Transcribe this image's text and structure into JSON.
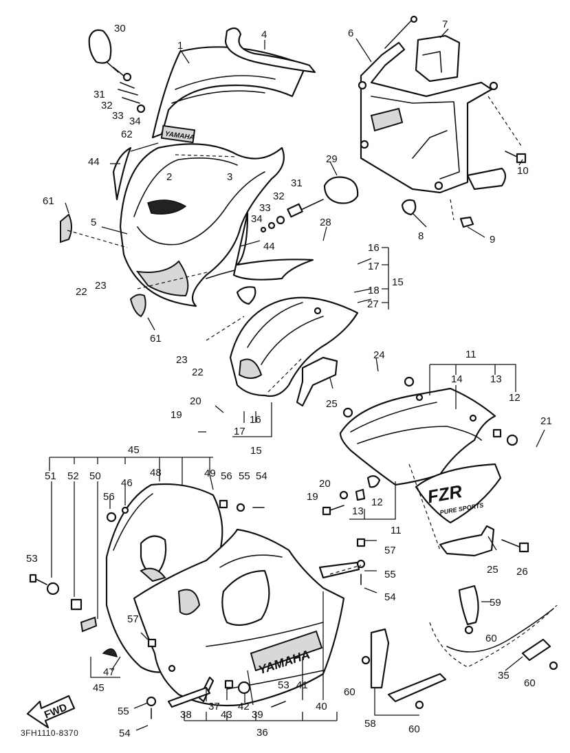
{
  "diagram_code": "3FH1110-8370",
  "fwd_label": "FWD",
  "brand_text": "YAMAHA",
  "model_text": "FZR",
  "tagline_text": "PURE SPORTS",
  "callouts": {
    "c1": "1",
    "c2": "2",
    "c3": "3",
    "c4": "4",
    "c5": "5",
    "c6": "6",
    "c7": "7",
    "c8": "8",
    "c9": "9",
    "c10": "10",
    "c11a": "11",
    "c11b": "11",
    "c12a": "12",
    "c12b": "12",
    "c13a": "13",
    "c13b": "13",
    "c14": "14",
    "c15a": "15",
    "c15b": "15",
    "c16a": "16",
    "c16b": "16",
    "c17a": "17",
    "c17b": "17",
    "c18": "18",
    "c19a": "19",
    "c19b": "19",
    "c20a": "20",
    "c20b": "20",
    "c21": "21",
    "c22a": "22",
    "c22b": "22",
    "c23a": "23",
    "c23b": "23",
    "c24": "24",
    "c25a": "25",
    "c25b": "25",
    "c26": "26",
    "c27": "27",
    "c28": "28",
    "c29": "29",
    "c30": "30",
    "c31a": "31",
    "c31b": "31",
    "c32a": "32",
    "c32b": "32",
    "c33a": "33",
    "c33b": "33",
    "c34a": "34",
    "c34b": "34",
    "c35": "35",
    "c36": "36",
    "c37": "37",
    "c38": "38",
    "c39": "39",
    "c40": "40",
    "c41": "41",
    "c42": "42",
    "c43": "43",
    "c44a": "44",
    "c44b": "44",
    "c45a": "45",
    "c45b": "45",
    "c46": "46",
    "c47": "47",
    "c48": "48",
    "c49": "49",
    "c50": "50",
    "c51": "51",
    "c52": "52",
    "c53a": "53",
    "c53b": "53",
    "c54a": "54",
    "c54b": "54",
    "c54c": "54",
    "c55a": "55",
    "c55b": "55",
    "c55c": "55",
    "c56a": "56",
    "c56b": "56",
    "c57a": "57",
    "c57b": "57",
    "c58": "58",
    "c59": "59",
    "c60a": "60",
    "c60b": "60",
    "c60c": "60",
    "c60d": "60",
    "c61a": "61",
    "c61b": "61",
    "c62": "62"
  }
}
